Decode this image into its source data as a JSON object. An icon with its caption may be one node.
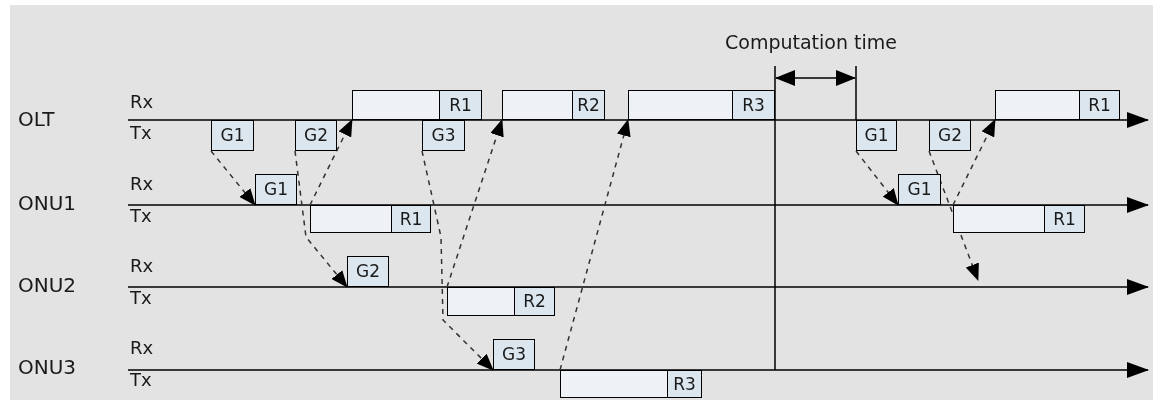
{
  "diagram": {
    "nodes": [
      {
        "text": [
          "R1"
        ]
      },
      {
        "text": [
          "R2"
        ]
      },
      {
        "text": [
          "R3"
        ]
      },
      {
        "text": [
          "R1"
        ]
      },
      {
        "text": [
          "G1"
        ]
      },
      {
        "text": [
          "G2"
        ]
      },
      {
        "text": [
          "G3"
        ]
      },
      {
        "text": [
          "G1"
        ]
      },
      {
        "text": [
          "G2"
        ]
      },
      {
        "text": [
          "G1"
        ]
      },
      {
        "text": [
          "G1"
        ]
      },
      {
        "text": [
          "R1"
        ]
      },
      {
        "text": [
          "R1"
        ]
      },
      {
        "text": [
          "G2"
        ]
      },
      {
        "text": [
          "R2"
        ]
      },
      {
        "text": [
          "G3"
        ]
      },
      {
        "text": [
          "R3"
        ]
      }
    ],
    "edges": [
      {
        "from": 4,
        "to": 9,
        "arrow": "to"
      },
      {
        "from": 5,
        "to": 13,
        "arrow": "to"
      },
      {
        "from": 11,
        "to": 0,
        "arrow": "to"
      },
      {
        "from": 6,
        "to": 15,
        "arrow": "to"
      },
      {
        "from": 14,
        "to": 1,
        "arrow": "to"
      },
      {
        "from": 16,
        "to": 2,
        "arrow": "to"
      },
      {
        "from": 7,
        "to": 10,
        "arrow": "to"
      },
      {
        "from": 8,
        "to": null,
        "arrow": "to"
      },
      {
        "from": 12,
        "to": 3,
        "arrow": "to"
      }
    ],
    "labels": [
      "Computation time",
      "Rx",
      "OLT",
      "Tx",
      "Rx",
      "ONU1",
      "Tx",
      "Rx",
      "ONU2",
      "Tx",
      "Rx",
      "ONU3",
      "Tx"
    ]
  }
}
